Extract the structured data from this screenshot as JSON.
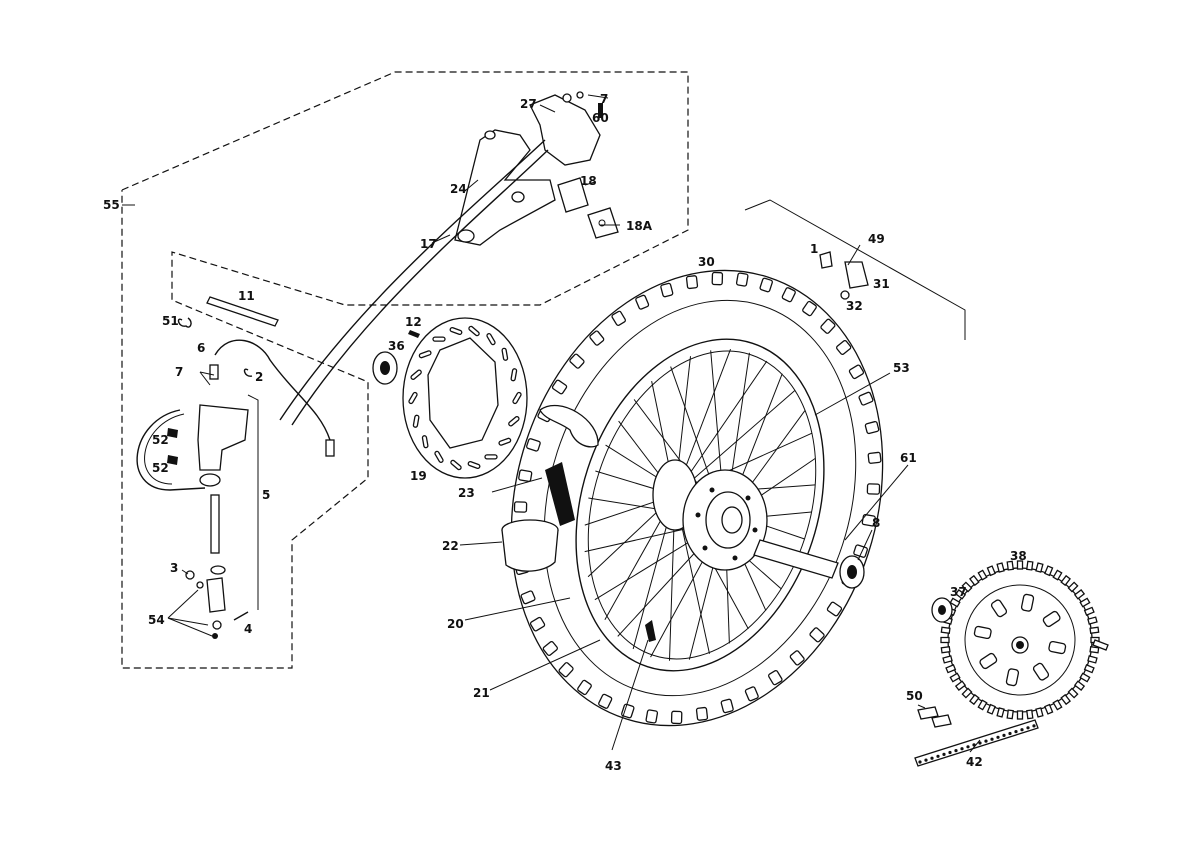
{
  "labels": {
    "l55": "55",
    "l27": "27",
    "l7a": "7",
    "l60": "60",
    "l24": "24",
    "l18": "18",
    "l18A": "18A",
    "l17": "17",
    "l11": "11",
    "l51": "51",
    "l12": "12",
    "l36": "36",
    "l6": "6",
    "l2": "2",
    "l7b": "7",
    "l52a": "52",
    "l52b": "52",
    "l5": "5",
    "l19": "19",
    "l3": "3",
    "l54": "54",
    "l4": "4",
    "l30": "30",
    "l1": "1",
    "l49": "49",
    "l31": "31",
    "l32": "32",
    "l53": "53",
    "l61": "61",
    "l23": "23",
    "l22": "22",
    "l8": "8",
    "l20": "20",
    "l21": "21",
    "l43": "43",
    "l38": "38",
    "l37": "37",
    "l50": "50",
    "l42": "42"
  }
}
